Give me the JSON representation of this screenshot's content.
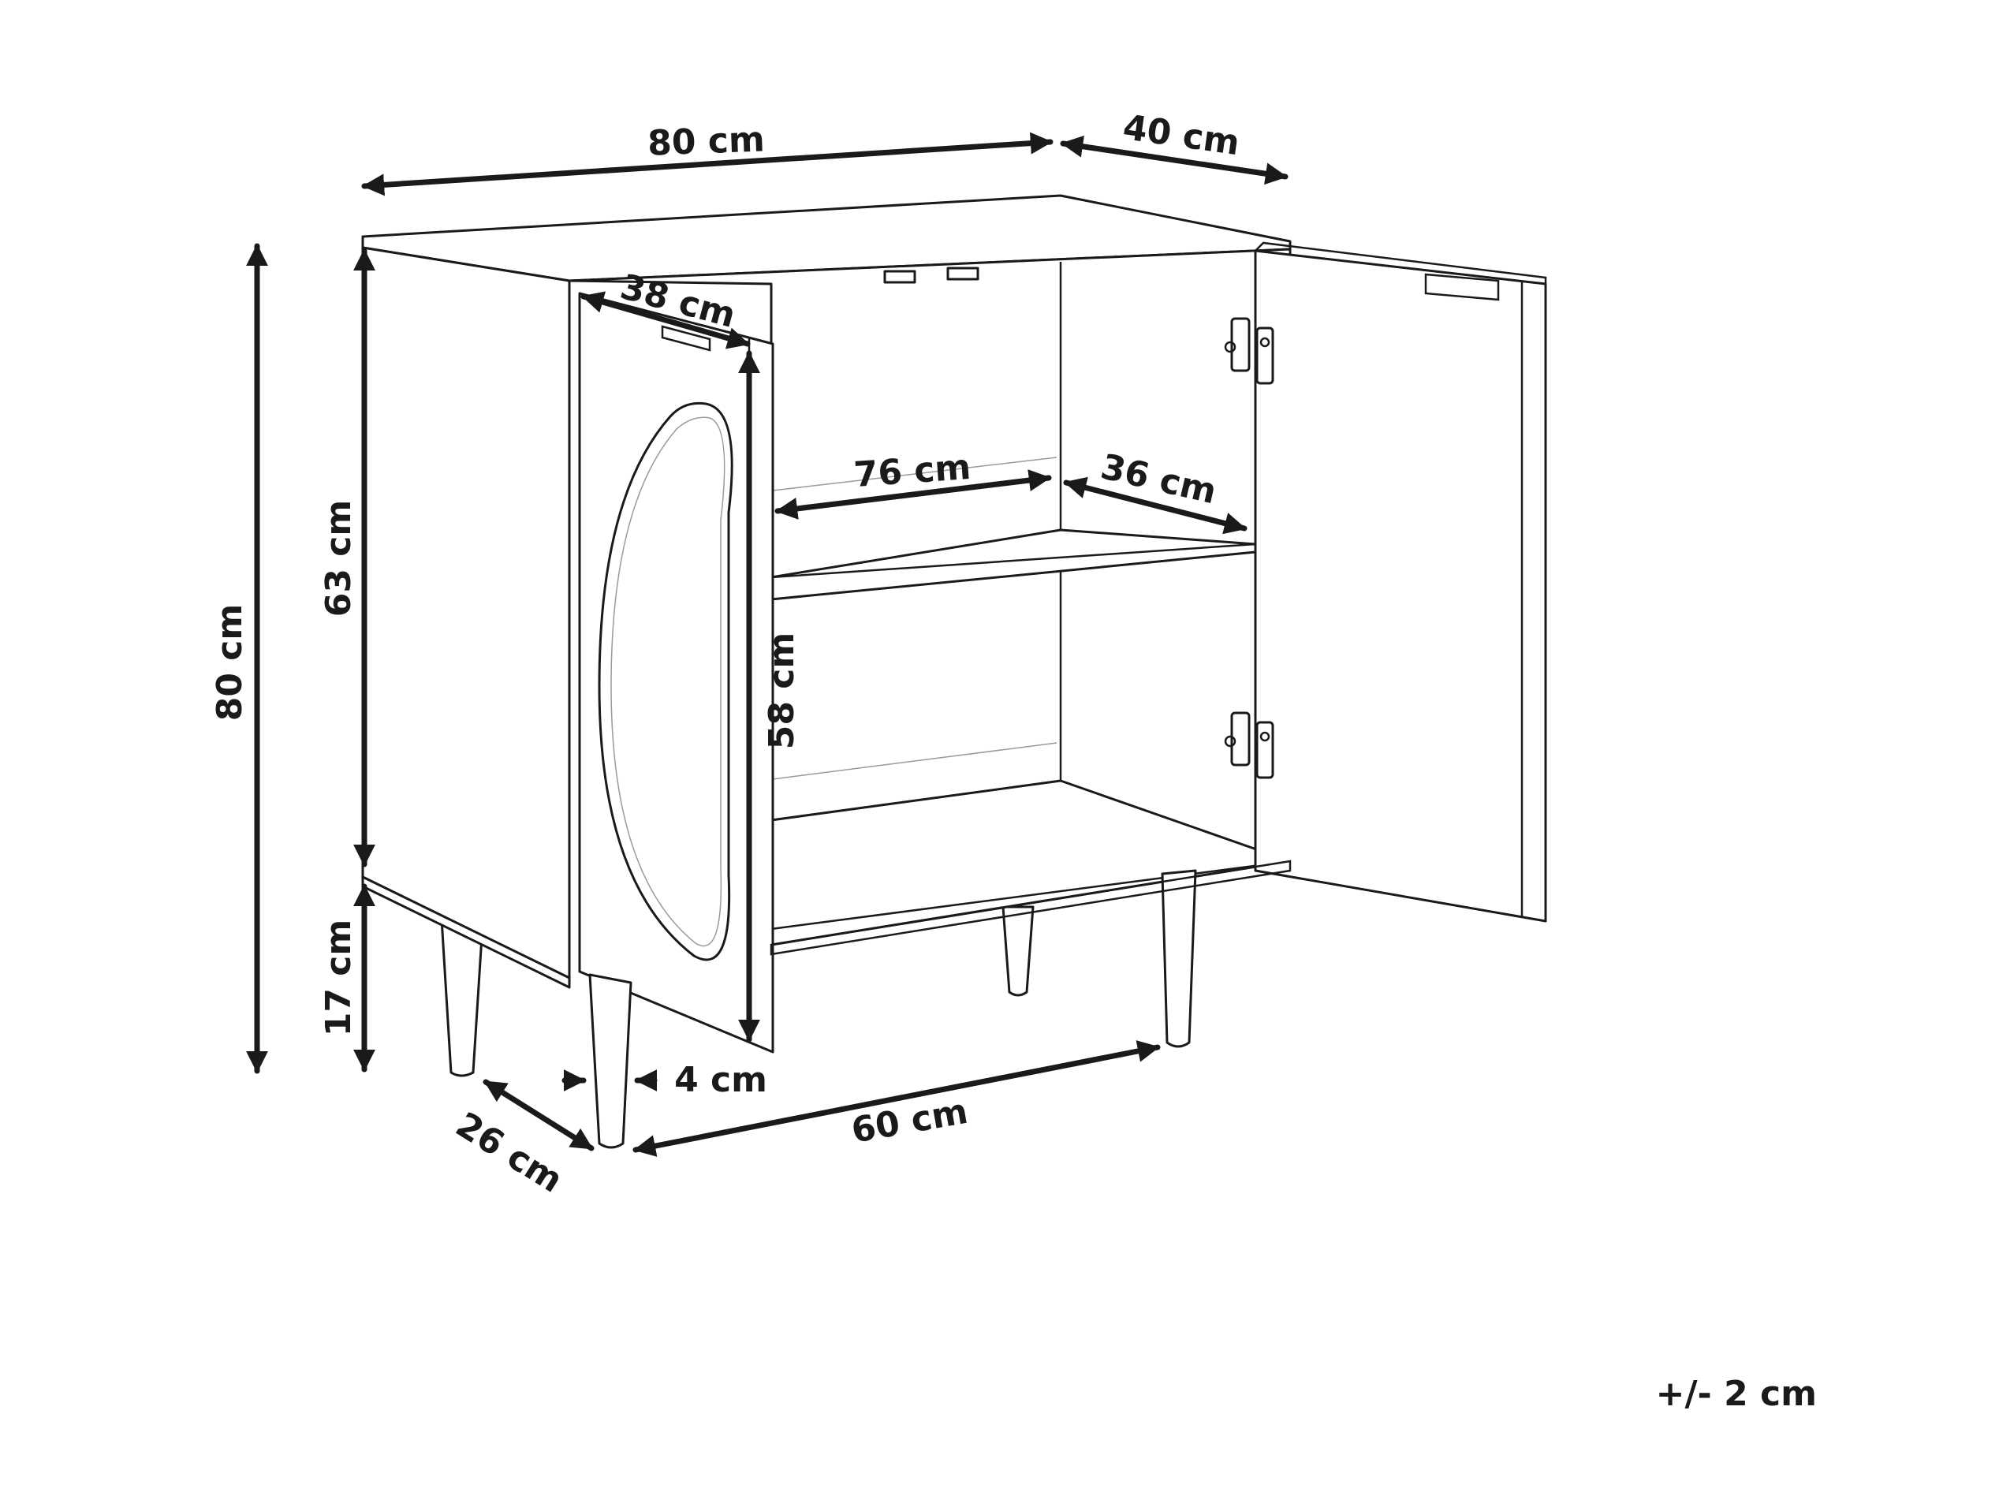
{
  "dimensions": {
    "width_top": "80 cm",
    "depth_top": "40 cm",
    "height_total": "80 cm",
    "body_height": "63 cm",
    "leg_height": "17 cm",
    "door_width": "38 cm",
    "door_height": "58 cm",
    "shelf_width": "76 cm",
    "shelf_depth": "36 cm",
    "leg_width": "4 cm",
    "leg_spacing_width": "60 cm",
    "leg_spacing_depth": "26 cm"
  },
  "tolerance": "+/- 2 cm",
  "colors": {
    "line": "#1a1a1a",
    "background": "#ffffff"
  }
}
